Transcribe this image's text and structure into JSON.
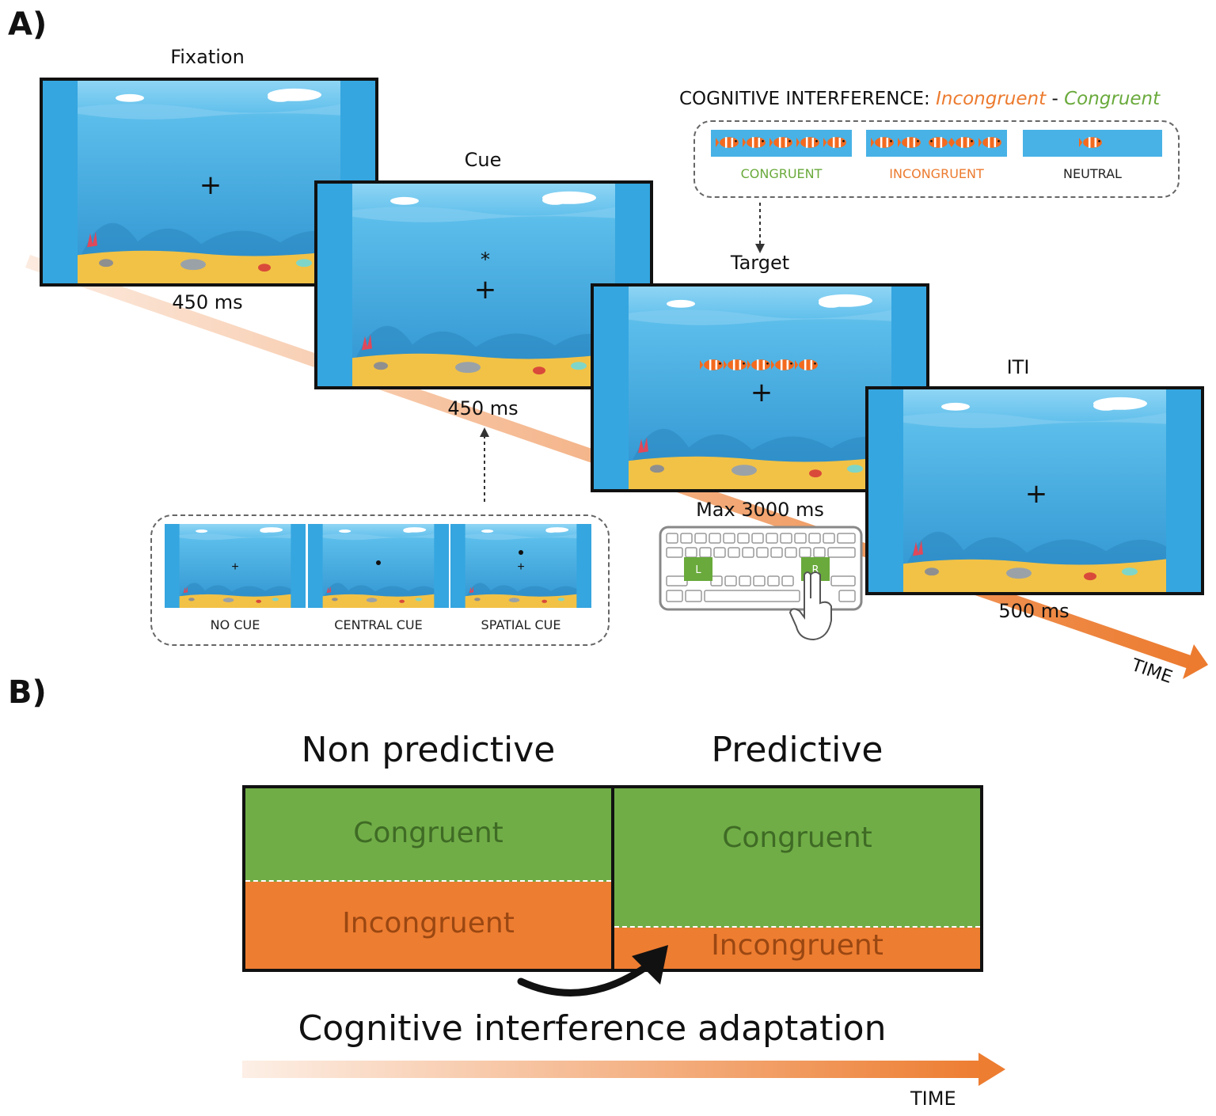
{
  "panel_a": {
    "label": "A)",
    "stages": {
      "fixation": {
        "title": "Fixation",
        "duration": "450 ms"
      },
      "cue": {
        "title": "Cue",
        "duration": "450 ms"
      },
      "target": {
        "title": "Target",
        "duration": "Max 3000 ms"
      },
      "iti": {
        "title": "ITI",
        "duration": "500 ms"
      }
    },
    "cognitive_interference": {
      "prefix": "COGNITIVE INTERFERENCE:",
      "term_incongruent": "Incongruent",
      "dash": "-",
      "term_congruent": "Congruent",
      "conditions": [
        "CONGRUENT",
        "INCONGRUENT",
        "NEUTRAL"
      ]
    },
    "cue_types": [
      "NO CUE",
      "CENTRAL CUE",
      "SPATIAL CUE"
    ],
    "keys": {
      "left": "L",
      "right": "R"
    },
    "time_label": "TIME",
    "colors": {
      "water": "#35a6e0",
      "sand": "#f2c246",
      "congruent": "#6aaa3c",
      "incongruent": "#ec7b2f",
      "arrow": "#ec7b2f"
    }
  },
  "panel_b": {
    "label": "B)",
    "columns": [
      "Non predictive",
      "Predictive"
    ],
    "non_predictive": {
      "congruent": "Congruent",
      "incongruent": "Incongruent"
    },
    "predictive": {
      "congruent": "Congruent",
      "incongruent": "Incongruent"
    },
    "adaptation_label": "Cognitive interference adaptation",
    "time_label": "TIME",
    "colors": {
      "congruent": "#70ad47",
      "incongruent": "#ed7d31",
      "text_congruent": "#3f6b25",
      "text_incongruent": "#9a4712"
    }
  }
}
